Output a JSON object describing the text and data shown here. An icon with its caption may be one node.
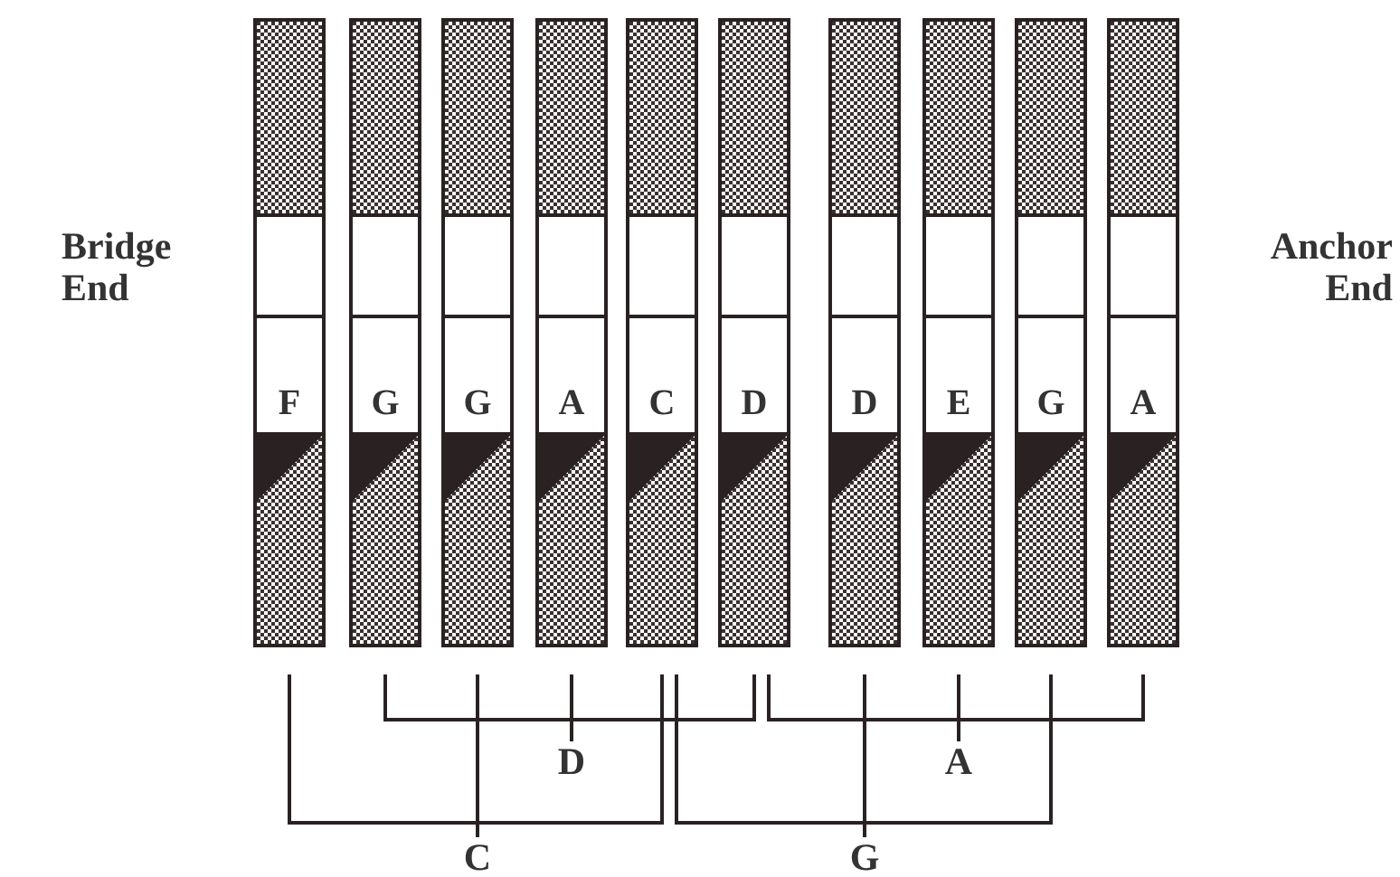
{
  "diagram": {
    "nodes": [
      {
        "text": [
          "F"
        ]
      },
      {
        "text": [
          "G"
        ]
      },
      {
        "text": [
          "G"
        ]
      },
      {
        "text": [
          "A"
        ]
      },
      {
        "text": [
          "C"
        ]
      },
      {
        "text": [
          "D"
        ]
      },
      {
        "text": [
          "D"
        ]
      },
      {
        "text": [
          "E"
        ]
      },
      {
        "text": [
          "G"
        ]
      },
      {
        "text": [
          "A"
        ]
      },
      {
        "text": [
          "D"
        ]
      },
      {
        "text": [
          "A"
        ]
      },
      {
        "text": [
          "C"
        ]
      },
      {
        "text": [
          "G"
        ]
      }
    ],
    "edges": [
      {
        "from": 10,
        "to": 1,
        "arrow": "none"
      },
      {
        "from": 10,
        "to": 3,
        "arrow": "none"
      },
      {
        "from": 10,
        "to": 5,
        "arrow": "none"
      },
      {
        "from": 11,
        "to": 5,
        "arrow": "none"
      },
      {
        "from": 11,
        "to": 7,
        "arrow": "none"
      },
      {
        "from": 11,
        "to": 9,
        "arrow": "none"
      },
      {
        "from": 12,
        "to": 0,
        "arrow": "none"
      },
      {
        "from": 12,
        "to": 2,
        "arrow": "none"
      },
      {
        "from": 12,
        "to": 4,
        "arrow": "none"
      },
      {
        "from": 13,
        "to": 4,
        "arrow": "none"
      },
      {
        "from": 13,
        "to": 6,
        "arrow": "none"
      },
      {
        "from": 13,
        "to": 8,
        "arrow": "none"
      }
    ],
    "labels": [
      "Bridge End",
      "Anchor End"
    ]
  }
}
